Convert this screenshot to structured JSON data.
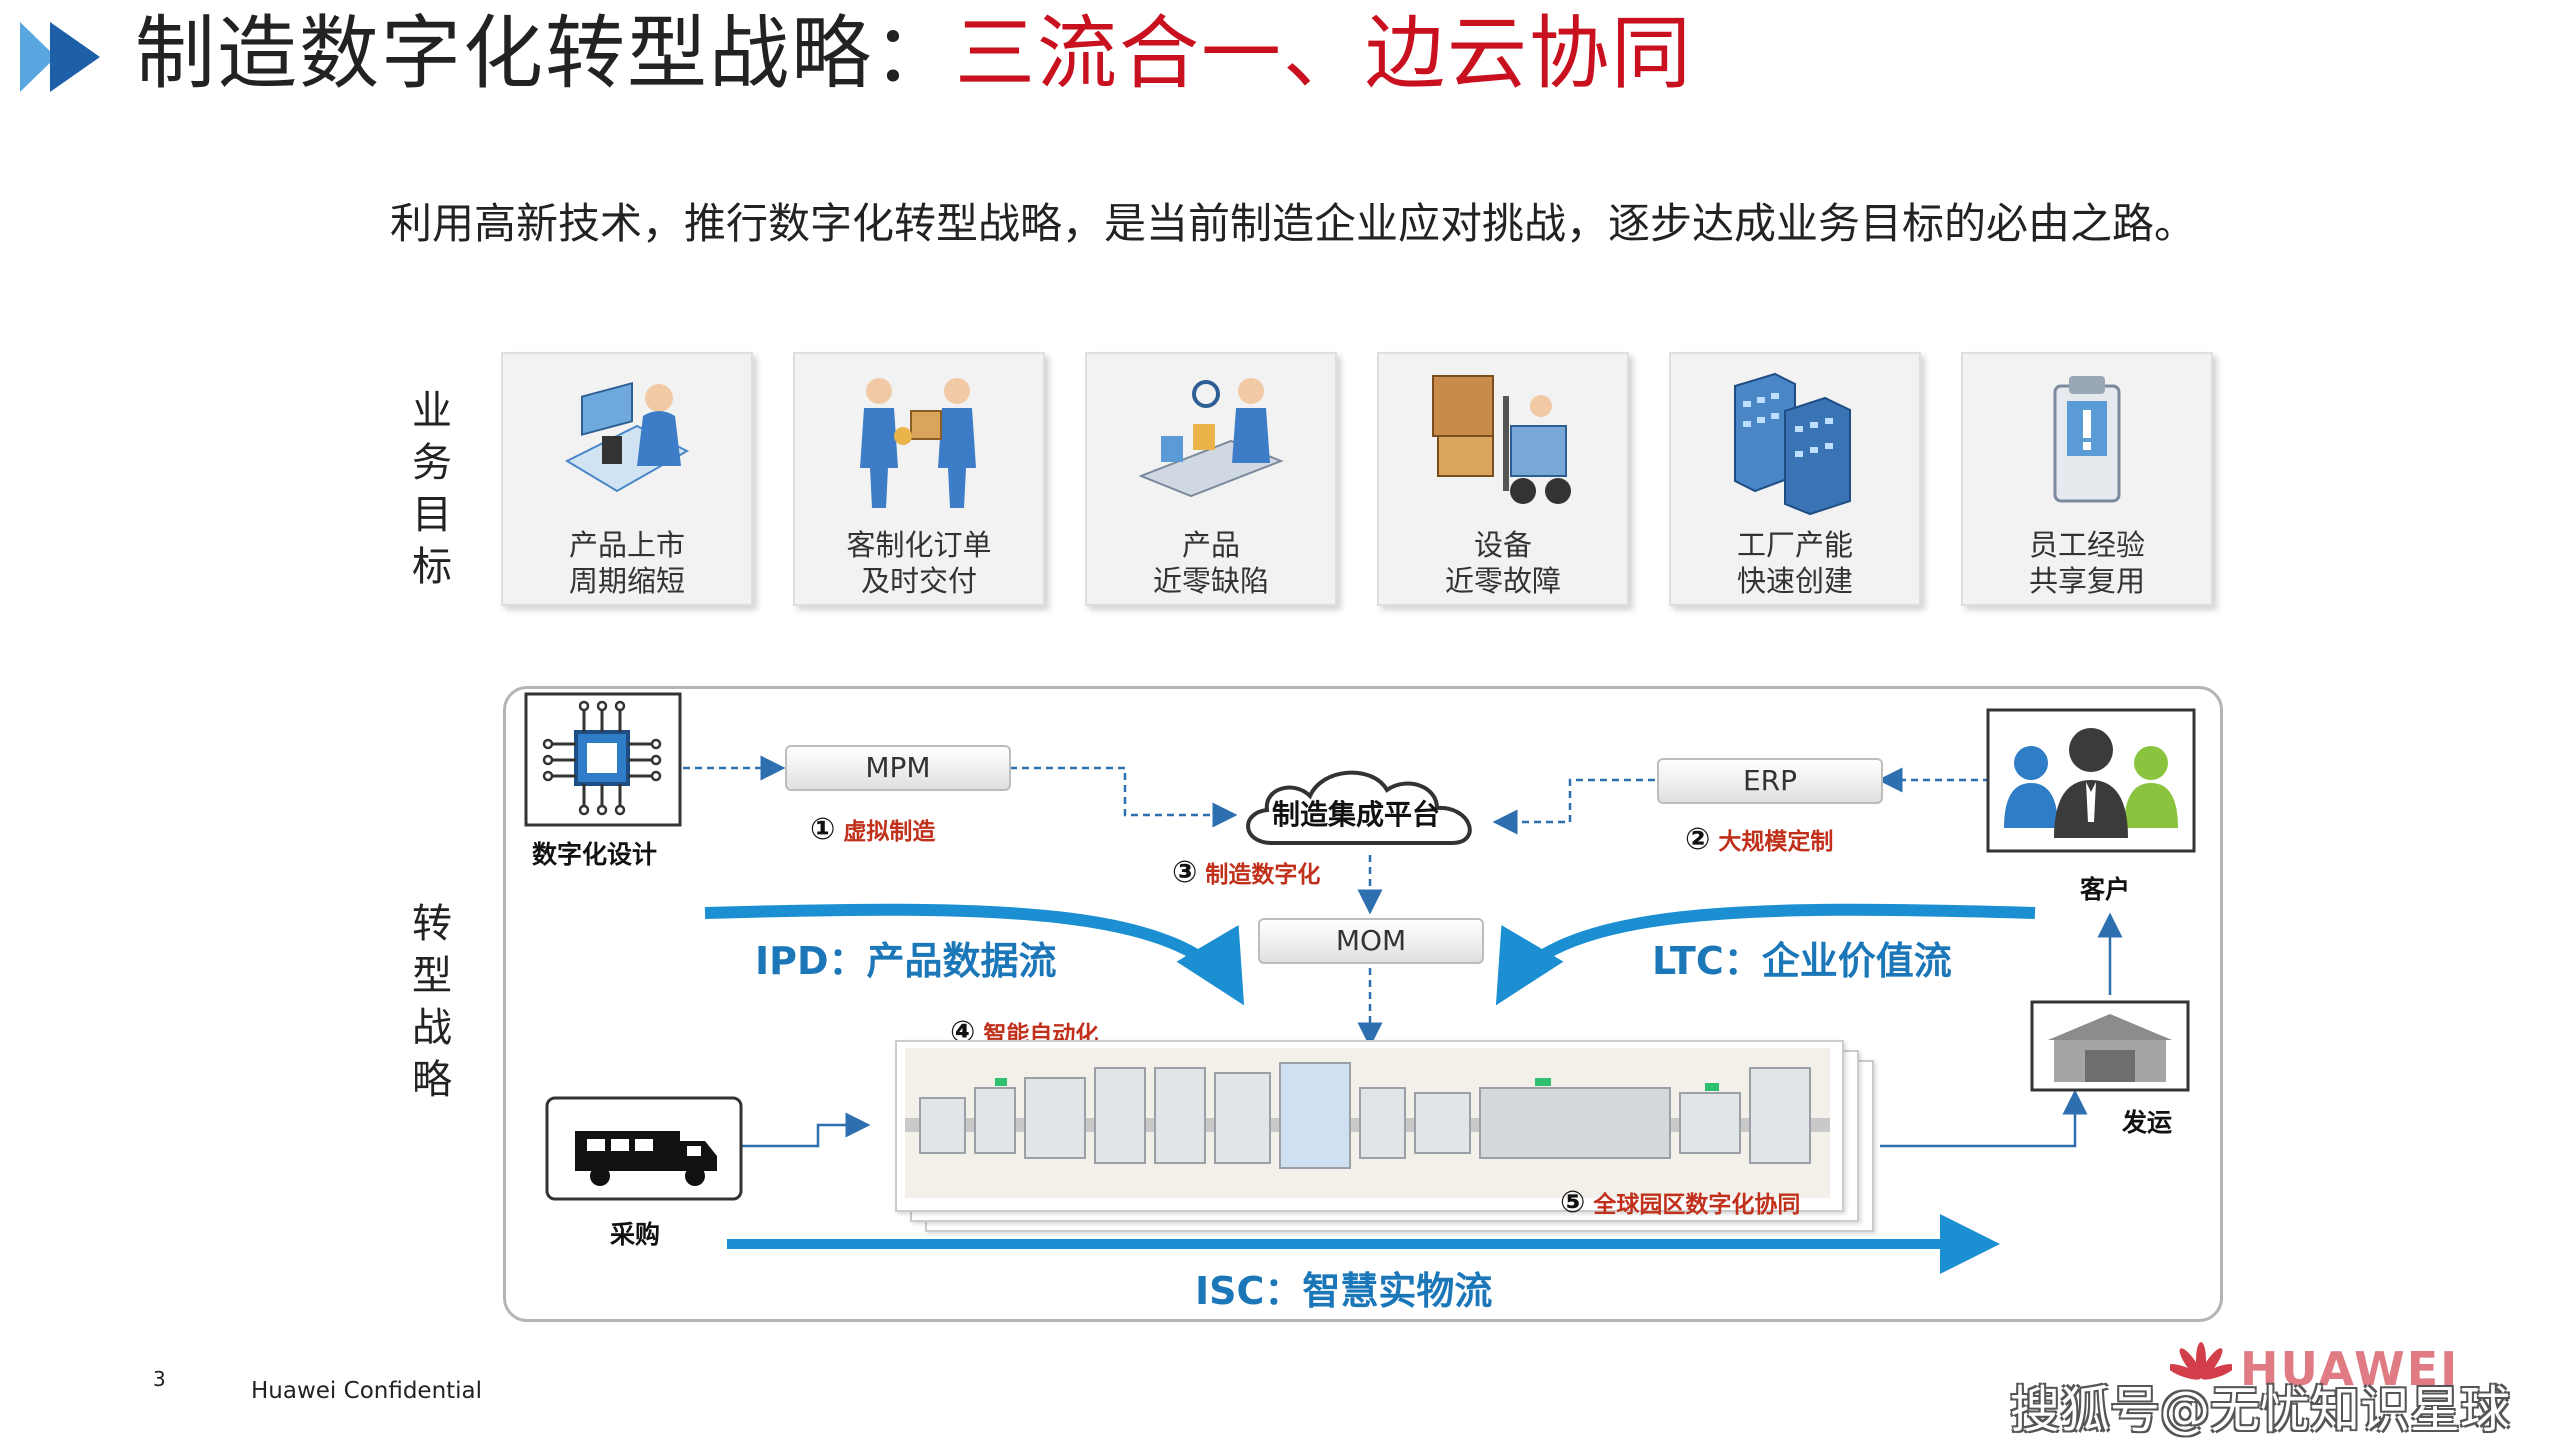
{
  "title": {
    "main": "制造数字化转型战略：",
    "highlight": "三流合一、边云协同"
  },
  "subtitle": "利用高新技术，推行数字化转型战略，是当前制造企业应对挑战，逐步达成业务目标的必由之路。",
  "side_labels": {
    "goals": [
      "业",
      "务",
      "目",
      "标"
    ],
    "strategy": [
      "转",
      "型",
      "战",
      "略"
    ]
  },
  "goals": [
    {
      "line1": "产品上市",
      "line2": "周期缩短",
      "icon": "design-workstation-icon"
    },
    {
      "line1": "客制化订单",
      "line2": "及时交付",
      "icon": "delivery-handover-icon"
    },
    {
      "line1": "产品",
      "line2": "近零缺陷",
      "icon": "quality-inspection-icon"
    },
    {
      "line1": "设备",
      "line2": "近零故障",
      "icon": "forklift-icon"
    },
    {
      "line1": "工厂产能",
      "line2": "快速创建",
      "icon": "factory-building-icon"
    },
    {
      "line1": "员工经验",
      "line2": "共享复用",
      "icon": "knowledge-clipboard-icon"
    }
  ],
  "diagram": {
    "digital_design": "数字化设计",
    "mpm": "MPM",
    "erp": "ERP",
    "mom": "MOM",
    "platform": "制造集成平台",
    "customer": "客户",
    "procurement": "采购",
    "shipping": "发运",
    "steps": {
      "s1": "虚拟制造",
      "s2": "大规模定制",
      "s3": "制造数字化",
      "s4": "智能自动化",
      "s5": "全球园区数字化协同"
    },
    "step_numbers": [
      "①",
      "②",
      "③",
      "④",
      "⑤"
    ],
    "flows": {
      "ipd": "IPD：产品数据流",
      "ltc": "LTC：企业价值流",
      "isc": "ISC：智慧实物流"
    }
  },
  "footer": {
    "page": "3",
    "confidential": "Huawei Confidential",
    "brand": "HUAWEI"
  },
  "watermark": "搜狐号@无忧知识星球",
  "colors": {
    "title_red": "#c8101e",
    "flow_blue": "#1b77b8",
    "step_red": "#c0301b",
    "arrow_blue": "#2e6fb0"
  }
}
